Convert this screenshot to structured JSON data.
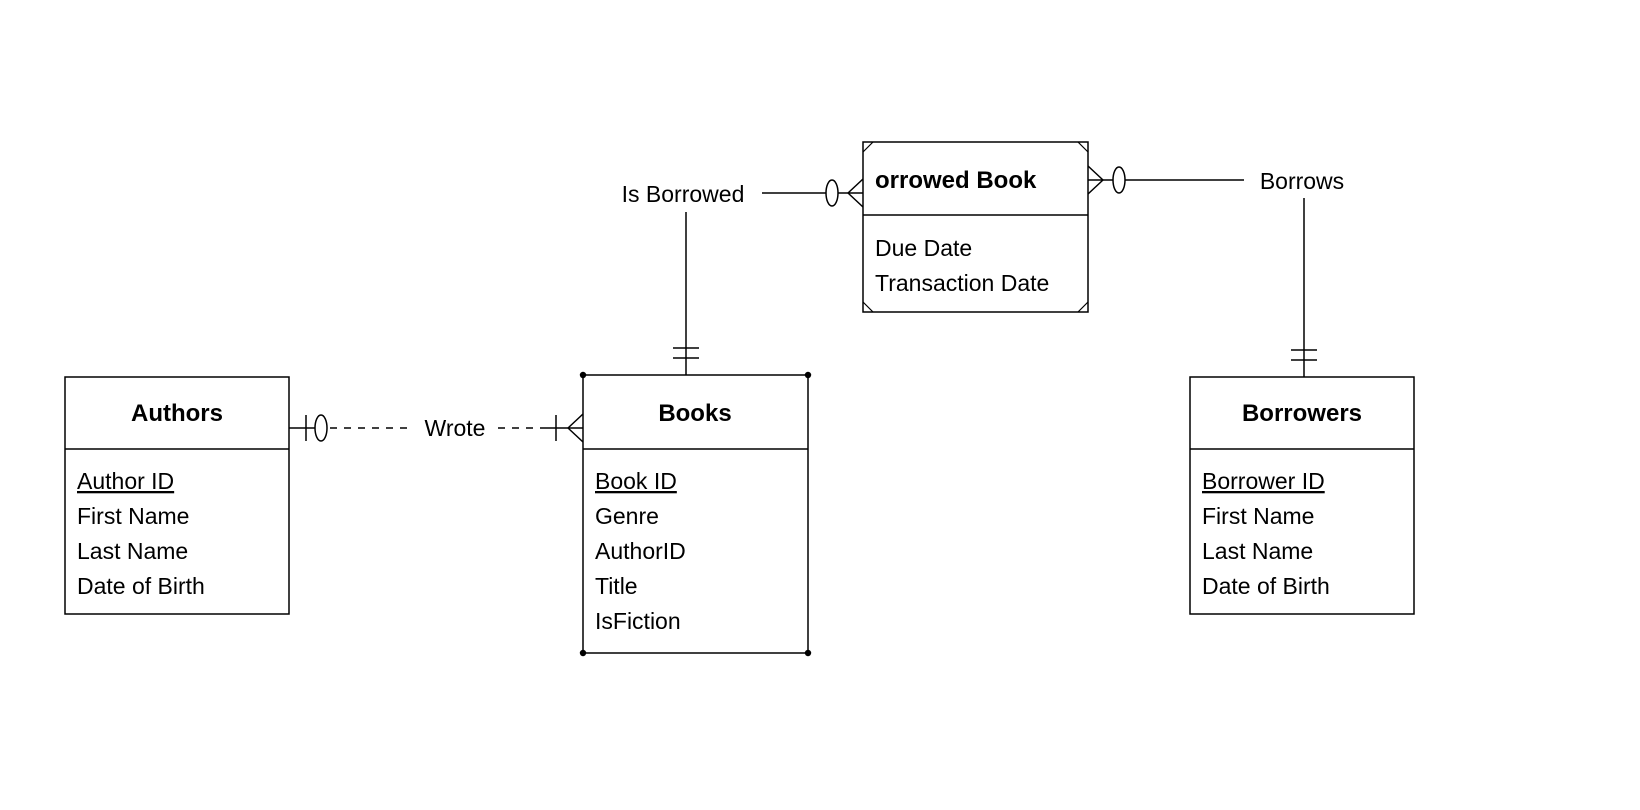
{
  "entities": {
    "authors": {
      "title": "Authors",
      "key": "Author ID",
      "attrs": [
        "First Name",
        "Last Name",
        "Date of Birth"
      ]
    },
    "books": {
      "title": "Books",
      "key": "Book ID",
      "attrs": [
        "Genre",
        "AuthorID",
        "Title",
        "IsFiction"
      ]
    },
    "borrowers": {
      "title": "Borrowers",
      "key": "Borrower ID",
      "attrs": [
        "First Name",
        "Last Name",
        "Date of Birth"
      ]
    },
    "borrowed": {
      "title": "orrowed Book",
      "attrs": [
        "Due Date",
        "Transaction Date"
      ]
    }
  },
  "relationships": {
    "wrote": "Wrote",
    "is_borrowed": "Is Borrowed",
    "borrows": "Borrows"
  }
}
